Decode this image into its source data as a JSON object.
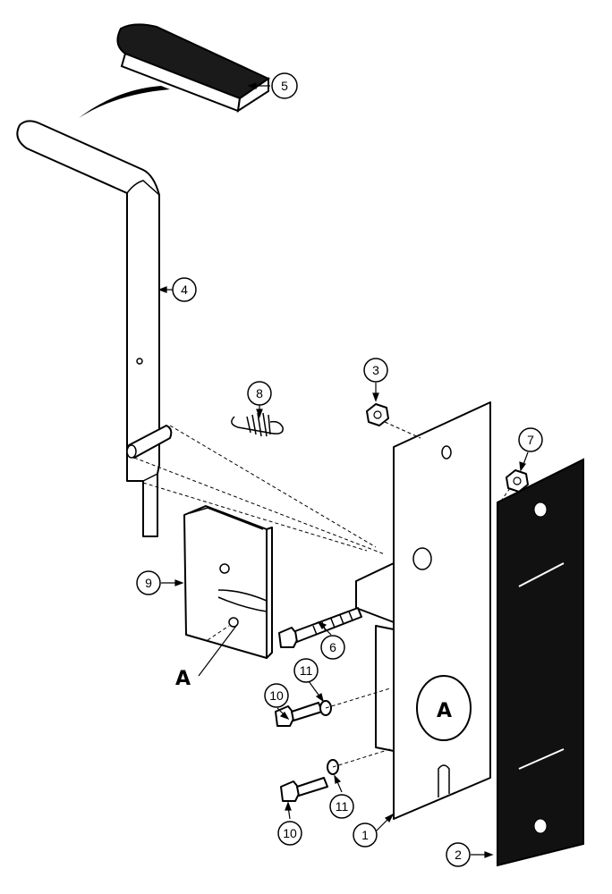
{
  "callouts": {
    "c1": "1",
    "c2": "2",
    "c3": "3",
    "c4": "4",
    "c5": "5",
    "c6": "6",
    "c7": "7",
    "c8": "8",
    "c9": "9",
    "c10a": "10",
    "c10b": "10",
    "c11a": "11",
    "c11b": "11"
  },
  "letters": {
    "a_left": "A",
    "a_plate": "A"
  }
}
